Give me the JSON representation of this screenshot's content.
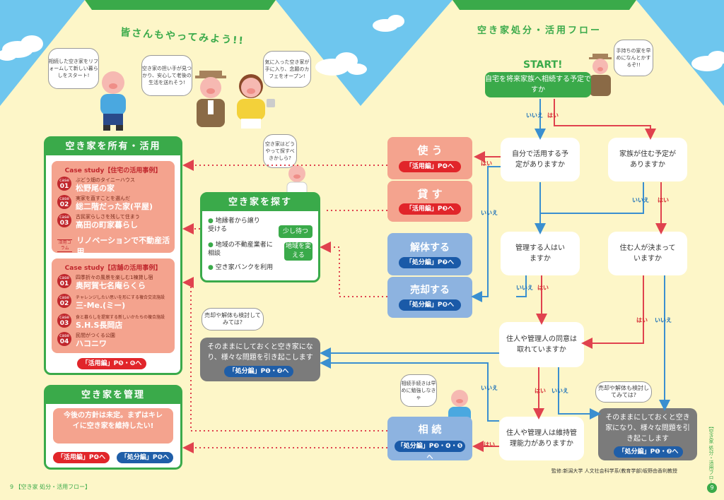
{
  "left": {
    "heading": "皆さんもやってみよう!!",
    "bubbles": [
      "相続した空き家をリフォームして新しい暮らしをスタート!",
      "空き家の担い手が見つかり、安心して老後の生活を送れそう!",
      "気に入った空き家が手に入り、念願のカフェをオープン!"
    ],
    "own_card": {
      "title": "空き家を所有・活用",
      "case_home_title": "Case study【住宅の活用事例】",
      "home_cases": [
        {
          "num": "01",
          "sub": "ぶどう畑のタイニーハウス",
          "title": "松野尾の家"
        },
        {
          "num": "02",
          "sub": "実家を直すことを選んだ",
          "title": "総二階だった家(平屋)"
        },
        {
          "num": "03",
          "sub": "古民家らしさを残して住まう",
          "title": "高田の町家暮らし"
        }
      ],
      "column_badge": "活用コラム",
      "column_title": "リノベーションで不動産活用",
      "case_shop_title": "Case study【店舗の活用事例】",
      "shop_cases": [
        {
          "num": "01",
          "sub": "四季折々の風景を楽しむ1棟貸し宿",
          "title": "奥阿賀七名庵らくら"
        },
        {
          "num": "02",
          "sub": "チャレンジしたい思いを形にする複合交流施設",
          "title": "三-Me.(ミー)"
        },
        {
          "num": "03",
          "sub": "食と暮らしを提案する新しいかたちの複合施設",
          "title": "S.H.S長岡店"
        },
        {
          "num": "04",
          "sub": "民間がつくる公園",
          "title": "ハコニワ"
        }
      ],
      "ref": "「活用編」P❺・❻へ"
    },
    "search_card": {
      "title": "空き家を探す",
      "bubble": "空き家はどうやって探すべきかしら?",
      "items": [
        "地縁者から譲り受ける",
        "地域の不動産業者に相談",
        "空き家バンクを利用"
      ],
      "tag1": "少し待つ",
      "tag2": "地域を変える"
    },
    "manage_card": {
      "title": "空き家を管理",
      "text": "今後の方針は未定。まずはキレイに空き家を維持したい!",
      "ref1": "「活用編」P❹へ",
      "ref2": "「処分編」P❻へ"
    },
    "middle_grey": {
      "bubble": "売却や解体も検討してみては?",
      "text": "そのままにしておくと空き家になり、様々な問題を引き起こします",
      "ref": "「処分編」P❶・❷へ"
    },
    "footer": "9 【空き家 処分・活用フロー】"
  },
  "right": {
    "heading": "空き家処分・活用フロー",
    "bubble_top": "手持ちの家を早めになんとかするぞ!!",
    "start": "START!",
    "start_box": "自宅を将来家族へ相続する予定ですか",
    "use_box": {
      "title": "使 う",
      "ref": "「活用編」P❹へ"
    },
    "lend_box": {
      "title": "貸 す",
      "ref": "「活用編」P❸へ"
    },
    "demolish_box": {
      "title": "解体する",
      "ref": "「処分編」P❼へ"
    },
    "sell_box": {
      "title": "売却する",
      "ref": "「処分編」P❽へ"
    },
    "inherit_box": {
      "title": "相 続",
      "ref": "「処分編」P❸・❹・❺へ"
    },
    "inherit_bubble": "相続手続きは早めに勉強しなきゃ",
    "q_self": "自分で活用する予定がありますか",
    "q_family": "家族が住む予定がありますか",
    "q_manager": "管理する人はいますか",
    "q_resident": "住む人が決まっていますか",
    "q_consent": "住人や管理人の同意は取れていますか",
    "q_ability": "住人や管理人は維持管理能力がありますか",
    "right_grey": {
      "bubble": "売却や解体も検討してみては?",
      "text": "そのままにしておくと空き家になり、様々な問題を引き起こします",
      "ref": "「処分編」P❶・❷へ"
    },
    "yes": "はい",
    "no": "いいえ",
    "supervision": "監修:新潟大学 人文社会科学系(教育学部)坂野由香利教授",
    "side_tab": "【空き家 処分・活用フロー】",
    "page_num": "9"
  },
  "colors": {
    "green": "#3aaa4a",
    "salmon": "#f4a38e",
    "blue": "#8db3e0",
    "grey": "#7b7b7b",
    "arrow_blue": "#3a8fd0",
    "arrow_red": "#e0424e",
    "sky": "#6ec6ee"
  }
}
